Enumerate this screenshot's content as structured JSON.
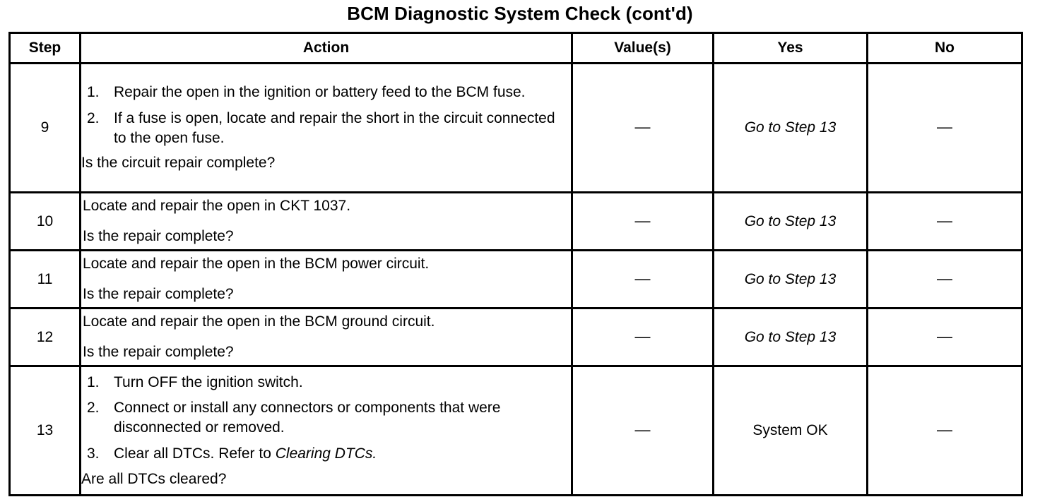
{
  "document": {
    "title": "BCM Diagnostic System Check (cont'd)"
  },
  "table": {
    "headers": {
      "step": "Step",
      "action": "Action",
      "value": "Value(s)",
      "yes": "Yes",
      "no": "No"
    },
    "dash": "—",
    "rows": [
      {
        "step": "9",
        "action": {
          "numbered": [
            {
              "num": "1.",
              "text": "Repair the open in the ignition or battery feed to the BCM fuse."
            },
            {
              "num": "2.",
              "text": "If a fuse is open, locate and repair the short in the circuit connected to the open fuse."
            }
          ],
          "question": "Is the circuit repair complete?"
        },
        "value": "—",
        "yes": "Go to Step 13",
        "yes_style": "italic",
        "no": "—"
      },
      {
        "step": "10",
        "action": {
          "statement": "Locate and repair the open in CKT 1037.",
          "question": "Is the repair complete?"
        },
        "value": "—",
        "yes": "Go to Step 13",
        "yes_style": "italic",
        "no": "—"
      },
      {
        "step": "11",
        "action": {
          "statement": "Locate and repair the open in the BCM power circuit.",
          "question": "Is the repair complete?"
        },
        "value": "—",
        "yes": "Go to Step 13",
        "yes_style": "italic",
        "no": "—"
      },
      {
        "step": "12",
        "action": {
          "statement": "Locate and repair the open in the BCM ground circuit.",
          "question": "Is the repair complete?"
        },
        "value": "—",
        "yes": "Go to Step 13",
        "yes_style": "italic",
        "no": "—"
      },
      {
        "step": "13",
        "action": {
          "numbered": [
            {
              "num": "1.",
              "text": "Turn OFF the ignition switch."
            },
            {
              "num": "2.",
              "text": "Connect or install any connectors or components that were disconnected or removed."
            },
            {
              "num": "3.",
              "text": "Clear all DTCs. Refer to ",
              "italic_tail": "Clearing DTCs.",
              "text_after": ""
            }
          ],
          "question": "Are all DTCs cleared?"
        },
        "value": "—",
        "yes": "System OK",
        "yes_style": "normal",
        "no": "—"
      }
    ]
  }
}
